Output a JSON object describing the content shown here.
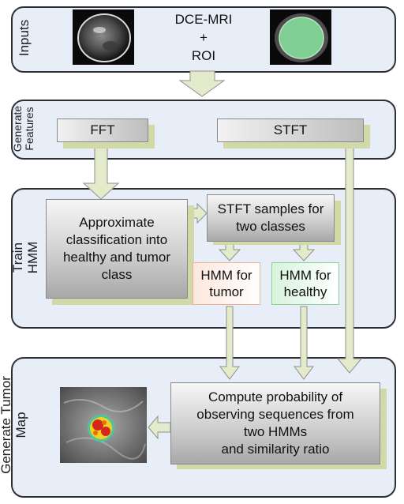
{
  "stages": {
    "inputs": [
      "Inputs"
    ],
    "features": [
      "Generate",
      "Features"
    ],
    "train": [
      "Train",
      "HMM"
    ],
    "map": [
      "Generate Tumor",
      "Map"
    ]
  },
  "inputs": {
    "lines": [
      "DCE-MRI",
      "+",
      "ROI"
    ]
  },
  "features": {
    "fft": "FFT",
    "stft": "STFT"
  },
  "train": {
    "classify": [
      "Approximate",
      "classification into",
      "healthy and tumor",
      "class"
    ],
    "samples": [
      "STFT samples for",
      "two classes"
    ],
    "hmm_tumor": [
      "HMM for",
      "tumor"
    ],
    "hmm_healthy": [
      "HMM for",
      "healthy"
    ]
  },
  "map": {
    "compute": [
      "Compute probability of",
      "observing sequences from",
      "two HMMs",
      "and similarity ratio"
    ]
  },
  "colors": {
    "panel_bg": "#e8eef8",
    "arrow_fill": "#e4ebca",
    "shadow": "#d2d9a8",
    "tumor_tint": "#fde7dc",
    "healthy_tint": "#d7f4dc"
  }
}
